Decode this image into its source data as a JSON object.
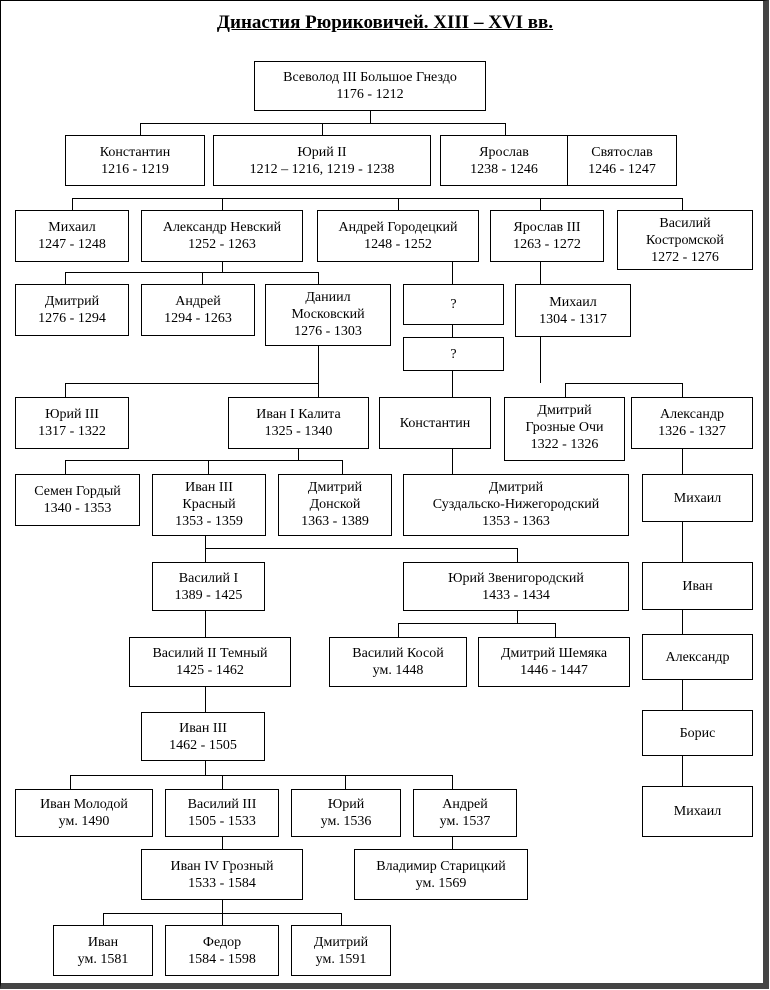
{
  "title": "Династия Рюриковичей. XIII – XVI вв.",
  "people": {
    "vsevolod": {
      "name": "Всеволод III Большое Гнездо",
      "years": "1176 - 1212"
    },
    "konstantin1": {
      "name": "Константин",
      "years": "1216 - 1219"
    },
    "yuri2": {
      "name": "Юрий II",
      "years": "1212 – 1216, 1219 - 1238"
    },
    "yaroslav": {
      "name": "Ярослав",
      "years": "1238 - 1246"
    },
    "svyatoslav": {
      "name": "Святослав",
      "years": "1246 - 1247"
    },
    "mikhail1": {
      "name": "Михаил",
      "years": "1247 - 1248"
    },
    "alexander_nevsky": {
      "name": "Александр Невский",
      "years": "1252 - 1263"
    },
    "andrei_gorodetsky": {
      "name": "Андрей Городецкий",
      "years": "1248 - 1252"
    },
    "yaroslav3": {
      "name": "Ярослав III",
      "years": "1263 - 1272"
    },
    "vasily_kostroma": {
      "name": "Василий",
      "name2": "Костромской",
      "years": "1272 - 1276"
    },
    "dmitry1": {
      "name": "Дмитрий",
      "years": "1276 - 1294"
    },
    "andrei2": {
      "name": "Андрей",
      "years": "1294 - 1263"
    },
    "daniil": {
      "name": "Даниил",
      "name2": "Московский",
      "years": "1276 - 1303"
    },
    "unknown1": {
      "name": "?"
    },
    "unknown2": {
      "name": "?"
    },
    "mikhail2": {
      "name": "Михаил",
      "years": "1304 - 1317"
    },
    "yuri3": {
      "name": "Юрий III",
      "years": "1317 - 1322"
    },
    "ivan_kalita": {
      "name": "Иван I Калита",
      "years": "1325 - 1340"
    },
    "konstantin2": {
      "name": "Константин"
    },
    "dmitry_grozny_ochi": {
      "name": "Дмитрий",
      "name2": "Грозные Очи",
      "years": "1322 - 1326"
    },
    "alexander2": {
      "name": "Александр",
      "years": "1326 - 1327"
    },
    "semen": {
      "name": "Семен Гордый",
      "years": "1340 - 1353"
    },
    "ivan_krasny": {
      "name": "Иван III",
      "name2": "Красный",
      "years": "1353 - 1359"
    },
    "dmitry_donskoy": {
      "name": "Дмитрий",
      "name2": "Донской",
      "years": "1363 - 1389"
    },
    "dmitry_suzdal": {
      "name": "Дмитрий",
      "name2": "Суздальско-Нижегородский",
      "years": "1353 - 1363"
    },
    "mikhail3": {
      "name": "Михаил"
    },
    "vasily1": {
      "name": "Василий I",
      "years": "1389 - 1425"
    },
    "yuri_zvenigorod": {
      "name": "Юрий Звенигородский",
      "years": "1433 - 1434"
    },
    "ivan_t": {
      "name": "Иван"
    },
    "vasily2": {
      "name": "Василий II Темный",
      "years": "1425 - 1462"
    },
    "vasily_kosoy": {
      "name": "Василий Косой",
      "years": "ум. 1448"
    },
    "dmitry_shemyaka": {
      "name": "Дмитрий Шемяка",
      "years": "1446 - 1447"
    },
    "alexander3": {
      "name": "Александр"
    },
    "ivan3": {
      "name": "Иван III",
      "years": "1462 - 1505"
    },
    "boris": {
      "name": "Борис"
    },
    "ivan_molodoy": {
      "name": "Иван Молодой",
      "years": "ум. 1490"
    },
    "vasily3": {
      "name": "Василий III",
      "years": "1505 - 1533"
    },
    "yuri_d": {
      "name": "Юрий",
      "years": "ум. 1536"
    },
    "andrei3": {
      "name": "Андрей",
      "years": "ум. 1537"
    },
    "mikhail4": {
      "name": "Михаил"
    },
    "ivan4": {
      "name": "Иван IV Грозный",
      "years": "1533 - 1584"
    },
    "vladimir": {
      "name": "Владимир Старицкий",
      "years": "ум. 1569"
    },
    "ivan_son": {
      "name": "Иван",
      "years": "ум. 1581"
    },
    "fedor": {
      "name": "Федор",
      "years": "1584 - 1598"
    },
    "dmitry_uglich": {
      "name": "Дмитрий",
      "years": "ум. 1591"
    }
  }
}
